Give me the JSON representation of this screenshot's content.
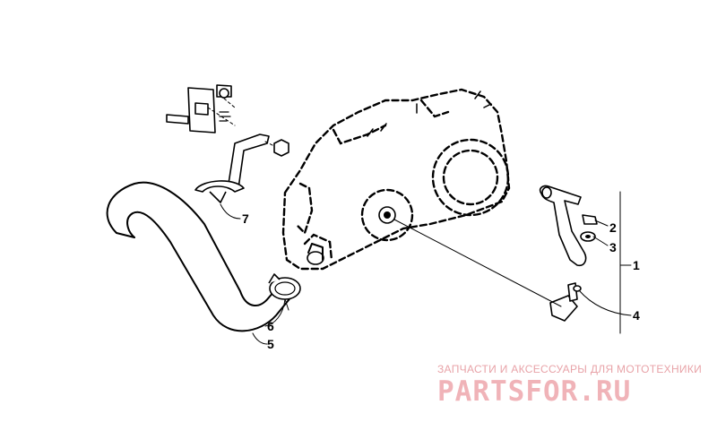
{
  "diagram": {
    "callouts": [
      {
        "id": "1",
        "text": "1"
      },
      {
        "id": "2",
        "text": "2"
      },
      {
        "id": "3",
        "text": "3"
      },
      {
        "id": "4",
        "text": "4"
      },
      {
        "id": "5",
        "text": "5"
      },
      {
        "id": "6",
        "text": "6"
      },
      {
        "id": "7",
        "text": "7"
      }
    ]
  },
  "watermark": {
    "tagline": "ЗАПЧАСТИ И АКСЕССУАРЫ ДЛЯ МОТОТЕХНИКИ",
    "logo": "PARTSFOR.RU"
  }
}
